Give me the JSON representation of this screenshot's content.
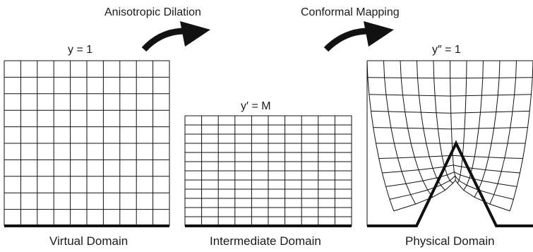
{
  "arrows": {
    "left_label": "Anisotropic Dilation",
    "right_label": "Conformal Mapping"
  },
  "panels": {
    "virtual": {
      "top_label": "y = 1",
      "caption": "Virtual Domain"
    },
    "intermediate": {
      "top_label": "y′ = M",
      "caption": "Intermediate Domain"
    },
    "physical": {
      "top_label": "y″ = 1",
      "caption": "Physical Domain"
    }
  }
}
